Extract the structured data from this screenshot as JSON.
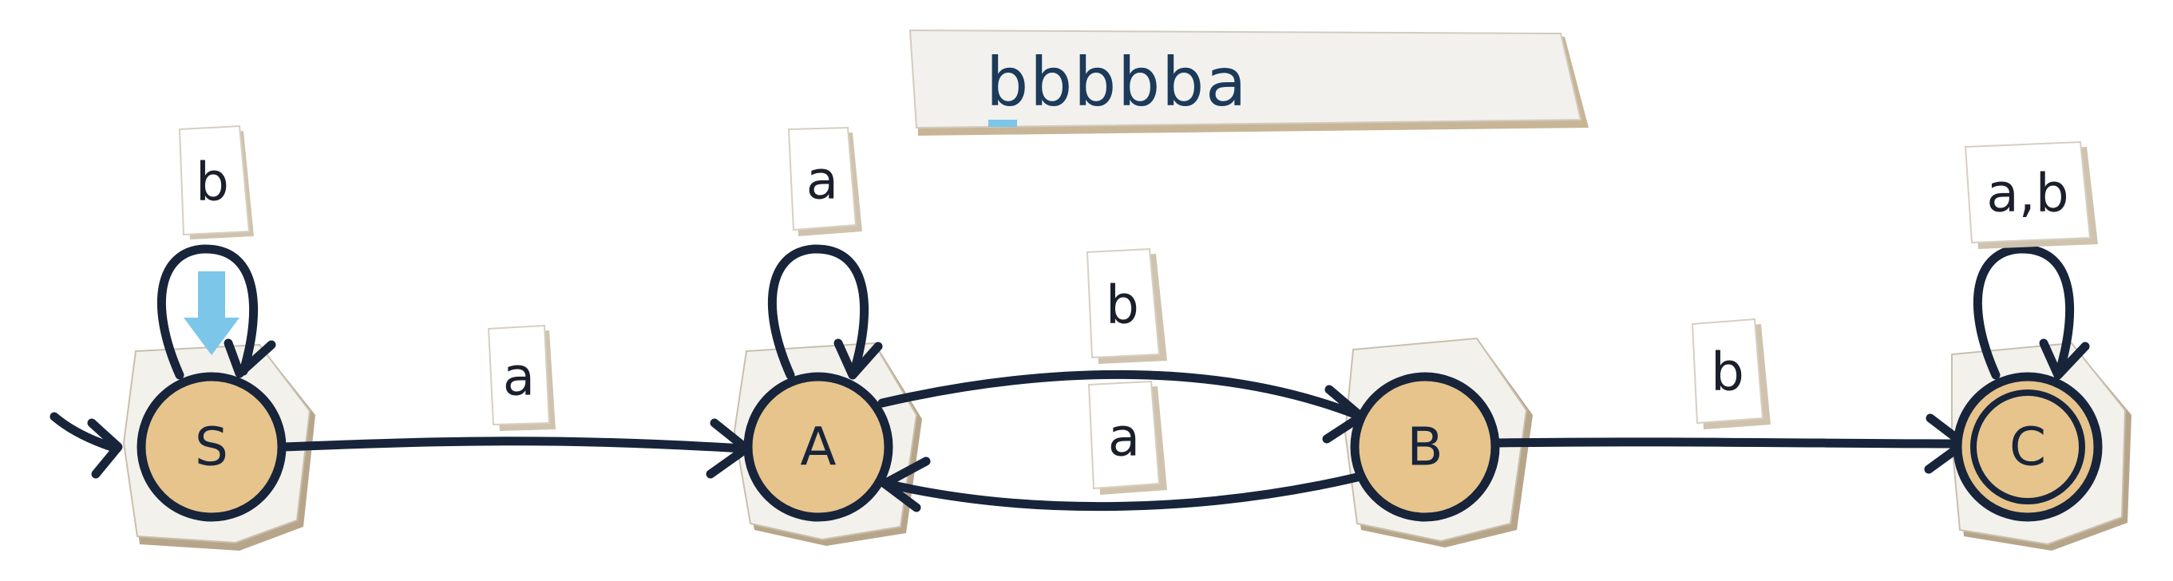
{
  "input_tape": {
    "symbols": [
      "b",
      "b",
      "b",
      "b",
      "b",
      "a"
    ],
    "cursor_index": 0
  },
  "states": [
    {
      "id": "S",
      "label": "S",
      "initial": true,
      "accepting": false,
      "current": true
    },
    {
      "id": "A",
      "label": "A",
      "initial": false,
      "accepting": false,
      "current": false
    },
    {
      "id": "B",
      "label": "B",
      "initial": false,
      "accepting": false,
      "current": false
    },
    {
      "id": "C",
      "label": "C",
      "initial": false,
      "accepting": true,
      "current": false
    }
  ],
  "transitions": [
    {
      "from": "S",
      "to": "S",
      "label": "b"
    },
    {
      "from": "S",
      "to": "A",
      "label": "a"
    },
    {
      "from": "A",
      "to": "A",
      "label": "a"
    },
    {
      "from": "A",
      "to": "B",
      "label": "b"
    },
    {
      "from": "B",
      "to": "A",
      "label": "a"
    },
    {
      "from": "B",
      "to": "C",
      "label": "b"
    },
    {
      "from": "C",
      "to": "C",
      "label": "a,b"
    }
  ],
  "colors": {
    "state_fill": "#e6c48c",
    "ink": "#17243a",
    "highlight": "#7cc6ea",
    "paper": "#f3f1ec"
  }
}
